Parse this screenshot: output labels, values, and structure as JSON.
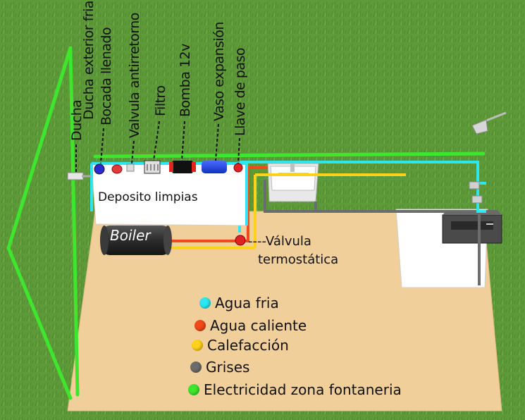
{
  "labels": {
    "ducha": "Ducha",
    "ducha_exterior": "Ducha exterior fria",
    "bocada": "Bocada llenado",
    "valvula_antirretorno": "Valvula antirretorno",
    "filtro": "Filtro",
    "bomba": "Bomba 12v",
    "vaso": "Vaso expansión",
    "llave": "Llave de paso",
    "deposito": "Deposito limpias",
    "boiler": "Boiler",
    "termostatica_1": "----Válvula",
    "termostatica_2": "termostática"
  },
  "legend": [
    {
      "label": "Agua fria",
      "color": "#2ee6f0"
    },
    {
      "label": "Agua caliente",
      "color": "#f04a1a"
    },
    {
      "label": "Calefacción",
      "color": "#ffd21a"
    },
    {
      "label": "Grises",
      "color": "#6c6c6c"
    },
    {
      "label": "Electricidad zona fontaneria",
      "color": "#3ee62e"
    }
  ],
  "colors": {
    "grass": "#5e9a3a",
    "floor": "#f0cf9a",
    "cold": "#2ee6f0",
    "hot": "#f04a1a",
    "heat": "#ffd21a",
    "grey": "#6c6c6c",
    "electric": "#3ee62e"
  }
}
